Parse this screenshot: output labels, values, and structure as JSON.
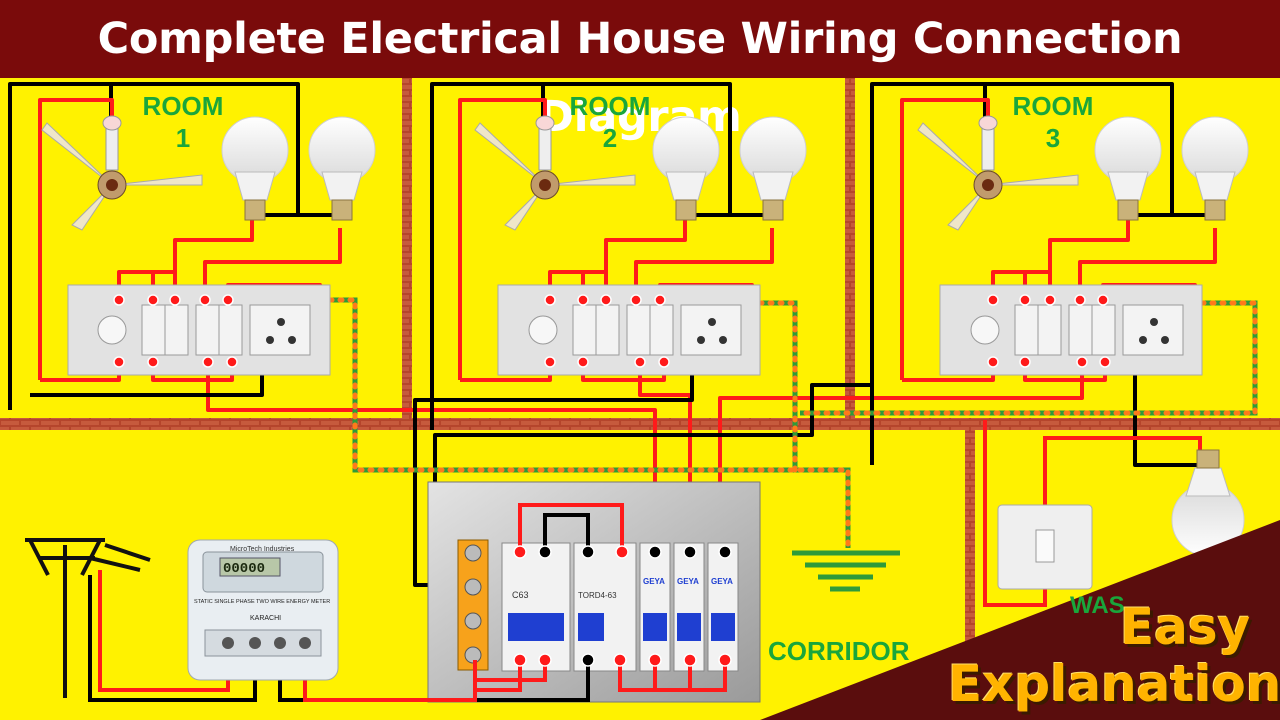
{
  "title": "Complete Electrical House Wiring Connection Diagram",
  "rooms": [
    {
      "label": "ROOM",
      "number": "1"
    },
    {
      "label": "ROOM",
      "number": "2"
    },
    {
      "label": "ROOM",
      "number": "3"
    }
  ],
  "corridor_label": "CORRIDOR",
  "wash_label": "WAS",
  "meter": {
    "brand": "MicroTech Industries",
    "reading": "00000",
    "caption": "STATIC SINGLE PHASE TWO WIRE ENERGY METER",
    "city": "KARACHI"
  },
  "breakers": {
    "main_label": "C63",
    "rcd_label": "TORD4-63",
    "mcb_brand": "GEYA"
  },
  "badge": {
    "line1": "Easy",
    "line2": "Explanation"
  },
  "colors": {
    "background": "#fff200",
    "title_bar": "#7a0b0b",
    "live_wire": "#ff1a1a",
    "neutral_wire": "#000000",
    "earth_wire": "#2e9b3a",
    "label_green": "#1aa63b",
    "badge_text": "#ffb300",
    "wall_brick": "#b5452c"
  }
}
